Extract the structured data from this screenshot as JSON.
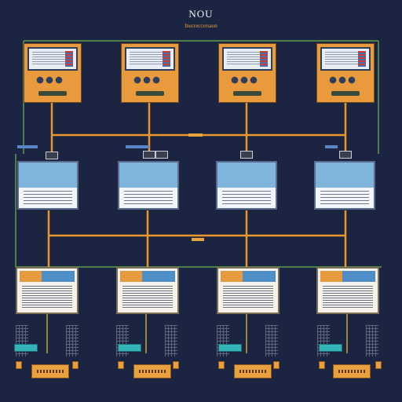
{
  "title": "NOU",
  "subtitle": "Inscreccersaon",
  "colors": {
    "background": "#1b2440",
    "wire": "#e8972f",
    "outer_frame": "#5c9a4a",
    "top_unit": "#e89a3c",
    "mid_band": "#7fb4db",
    "device_teal": "#33b3b8"
  },
  "columns": 4,
  "rows": [
    "console-units",
    "panel-units",
    "document-panels",
    "edge-devices"
  ]
}
